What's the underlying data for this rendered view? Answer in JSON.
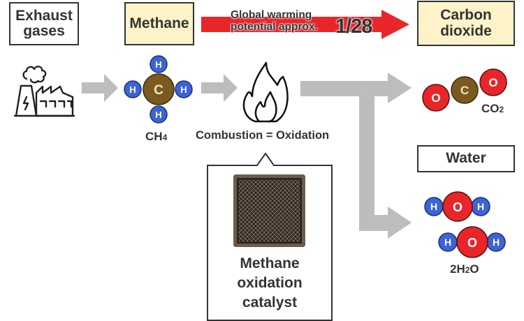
{
  "boxes": {
    "exhaust": "Exhaust\ngases",
    "exhaust_line1": "Exhaust",
    "exhaust_line2": "gases",
    "methane": "Methane",
    "co2_line1": "Carbon",
    "co2_line2": "dioxide",
    "water": "Water",
    "catalyst_line1": "Methane",
    "catalyst_line2": "oxidation",
    "catalyst_line3": "catalyst"
  },
  "gwp_arrow": {
    "line1": "Global warming",
    "line2": "potential approx.",
    "value": "1/28",
    "color": "#e8262a"
  },
  "labels": {
    "ch4_main": "CH",
    "ch4_sub": "4",
    "combustion": "Combustion = Oxidation",
    "co2_main": "CO",
    "co2_sub": "2",
    "h2o_pre": "2H",
    "h2o_sub": "2",
    "h2o_post": "O"
  },
  "atoms": {
    "carbon": "C",
    "hydrogen": "H",
    "oxygen": "O"
  },
  "colors": {
    "hydrogen": "#3d64d6",
    "carbon": "#7a5a1e",
    "oxygen": "#e8262a",
    "flow_arrow": "#bdbdbd",
    "label_box_fill": "#fdf2c8"
  },
  "icons": {
    "factory": "factory-icon",
    "flame": "flame-icon",
    "catalyst_photo": "catalyst-honeycomb-photo"
  }
}
